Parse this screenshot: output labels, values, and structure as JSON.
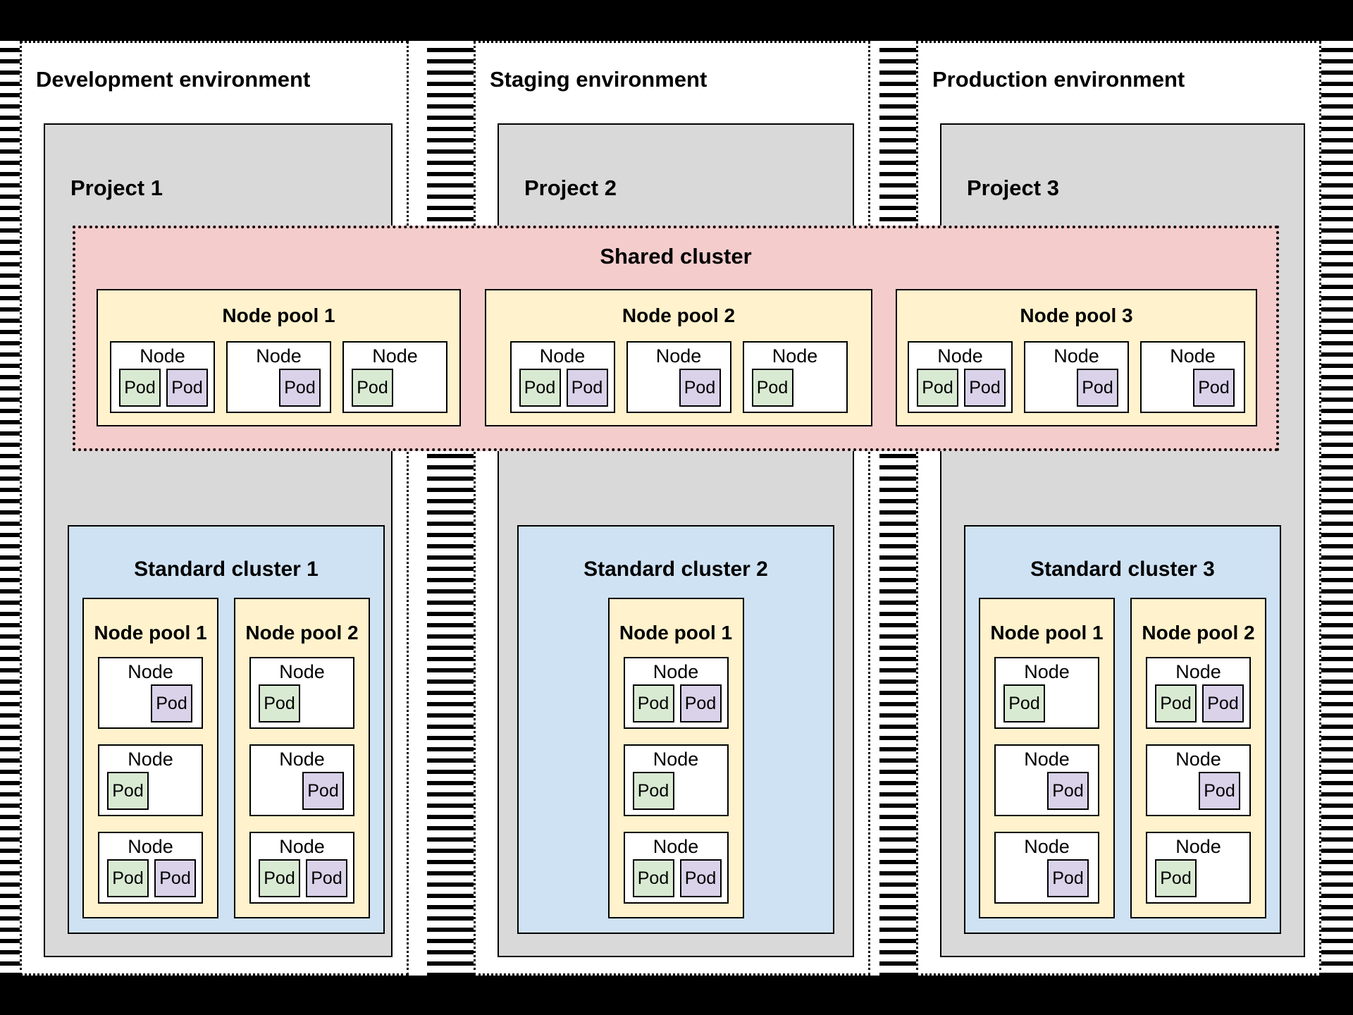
{
  "labels": {
    "node": "Node",
    "pod": "Pod"
  },
  "environments": [
    {
      "title": "Development environment",
      "project": "Project 1"
    },
    {
      "title": "Staging environment",
      "project": "Project 2"
    },
    {
      "title": "Production environment",
      "project": "Project 3"
    }
  ],
  "shared_cluster": {
    "title": "Shared cluster",
    "node_pools": [
      {
        "title": "Node pool 1",
        "nodes": [
          {
            "align": "left",
            "pods": [
              "green",
              "purple"
            ]
          },
          {
            "align": "right",
            "pods": [
              "purple"
            ]
          },
          {
            "align": "left",
            "pods": [
              "green"
            ]
          }
        ]
      },
      {
        "title": "Node pool 2",
        "nodes": [
          {
            "align": "left",
            "pods": [
              "green",
              "purple"
            ]
          },
          {
            "align": "right",
            "pods": [
              "purple"
            ]
          },
          {
            "align": "left",
            "pods": [
              "green"
            ]
          }
        ]
      },
      {
        "title": "Node pool 3",
        "nodes": [
          {
            "align": "left",
            "pods": [
              "green",
              "purple"
            ]
          },
          {
            "align": "right",
            "pods": [
              "purple"
            ]
          },
          {
            "align": "right",
            "pods": [
              "purple"
            ]
          }
        ]
      }
    ]
  },
  "standard_clusters": [
    {
      "title": "Standard cluster 1",
      "node_pools": [
        {
          "title": "Node pool 1",
          "nodes": [
            {
              "align": "right",
              "pods": [
                "purple"
              ]
            },
            {
              "align": "left",
              "pods": [
                "green"
              ]
            },
            {
              "align": "left",
              "pods": [
                "green",
                "purple"
              ]
            }
          ]
        },
        {
          "title": "Node pool 2",
          "nodes": [
            {
              "align": "left",
              "pods": [
                "green"
              ]
            },
            {
              "align": "right",
              "pods": [
                "purple"
              ]
            },
            {
              "align": "left",
              "pods": [
                "green",
                "purple"
              ]
            }
          ]
        }
      ]
    },
    {
      "title": "Standard cluster 2",
      "node_pools": [
        {
          "title": "Node pool 1",
          "nodes": [
            {
              "align": "left",
              "pods": [
                "green",
                "purple"
              ]
            },
            {
              "align": "left",
              "pods": [
                "green"
              ]
            },
            {
              "align": "left",
              "pods": [
                "green",
                "purple"
              ]
            }
          ]
        }
      ]
    },
    {
      "title": "Standard cluster 3",
      "node_pools": [
        {
          "title": "Node pool 1",
          "nodes": [
            {
              "align": "left",
              "pods": [
                "green"
              ]
            },
            {
              "align": "right",
              "pods": [
                "purple"
              ]
            },
            {
              "align": "right",
              "pods": [
                "purple"
              ]
            }
          ]
        },
        {
          "title": "Node pool 2",
          "nodes": [
            {
              "align": "left",
              "pods": [
                "green",
                "purple"
              ]
            },
            {
              "align": "right",
              "pods": [
                "purple"
              ]
            },
            {
              "align": "left",
              "pods": [
                "green"
              ]
            }
          ]
        }
      ]
    }
  ],
  "colors": {
    "pod_green": "#D9EAD3",
    "pod_purple": "#D9D2E9",
    "node_pool_yellow": "#FFF2CC",
    "cluster_blue": "#CFE2F3",
    "shared_cluster_pink": "#F4CCCC",
    "project_gray": "#D9D9D9",
    "frame_black": "#000000"
  }
}
